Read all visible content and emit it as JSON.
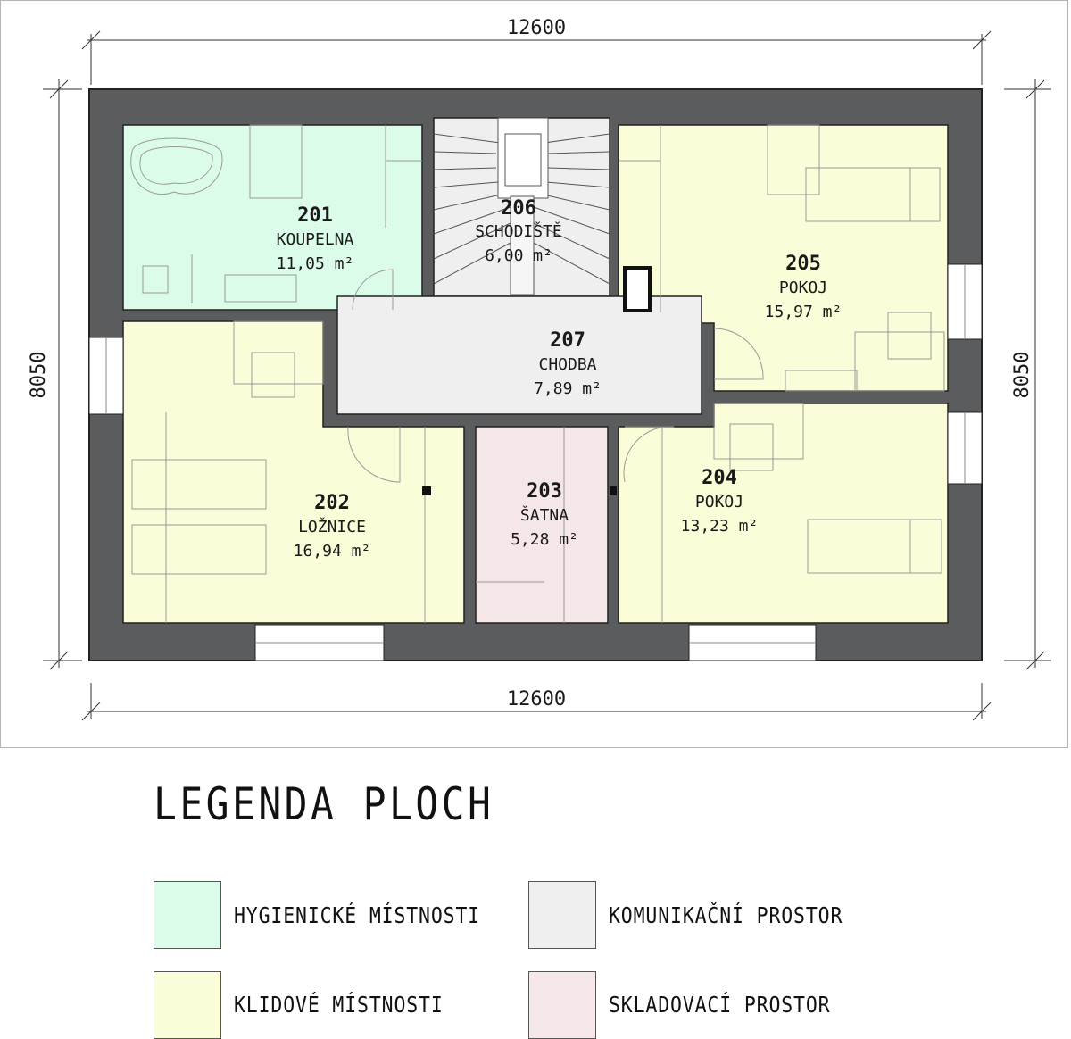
{
  "dimensions": {
    "top": "12600",
    "bottom": "12600",
    "left": "8050",
    "right": "8050"
  },
  "rooms": [
    {
      "number": "201",
      "name": "KOUPELNA",
      "area": "11,05 m²",
      "category": "hygiene"
    },
    {
      "number": "206",
      "name": "SCHODIŠTĚ",
      "area": "6,00 m²",
      "category": "communication"
    },
    {
      "number": "205",
      "name": "POKOJ",
      "area": "15,97 m²",
      "category": "rest"
    },
    {
      "number": "207",
      "name": "CHODBA",
      "area": "7,89 m²",
      "category": "communication"
    },
    {
      "number": "202",
      "name": "LOŽNICE",
      "area": "16,94 m²",
      "category": "rest"
    },
    {
      "number": "203",
      "name": "ŠATNA",
      "area": "5,28 m²",
      "category": "storage"
    },
    {
      "number": "204",
      "name": "POKOJ",
      "area": "13,23 m²",
      "category": "rest"
    }
  ],
  "legend": {
    "title": "LEGENDA PLOCH",
    "items": [
      {
        "label": "HYGIENICKÉ MÍSTNOSTI",
        "color": "#dcfcea"
      },
      {
        "label": "KOMUNIKAČNÍ PROSTOR",
        "color": "#efefef"
      },
      {
        "label": "KLIDOVÉ MÍSTNOSTI",
        "color": "#fbfcd8"
      },
      {
        "label": "SKLADOVACÍ PROSTOR",
        "color": "#f5e7e7"
      }
    ]
  },
  "colors": {
    "wall": "#5b5c5e",
    "wall_outline": "#222222",
    "hygiene": "#dcfcea",
    "rest": "#fbfcd8",
    "communication": "#efefef",
    "storage": "#f5e7e7"
  }
}
